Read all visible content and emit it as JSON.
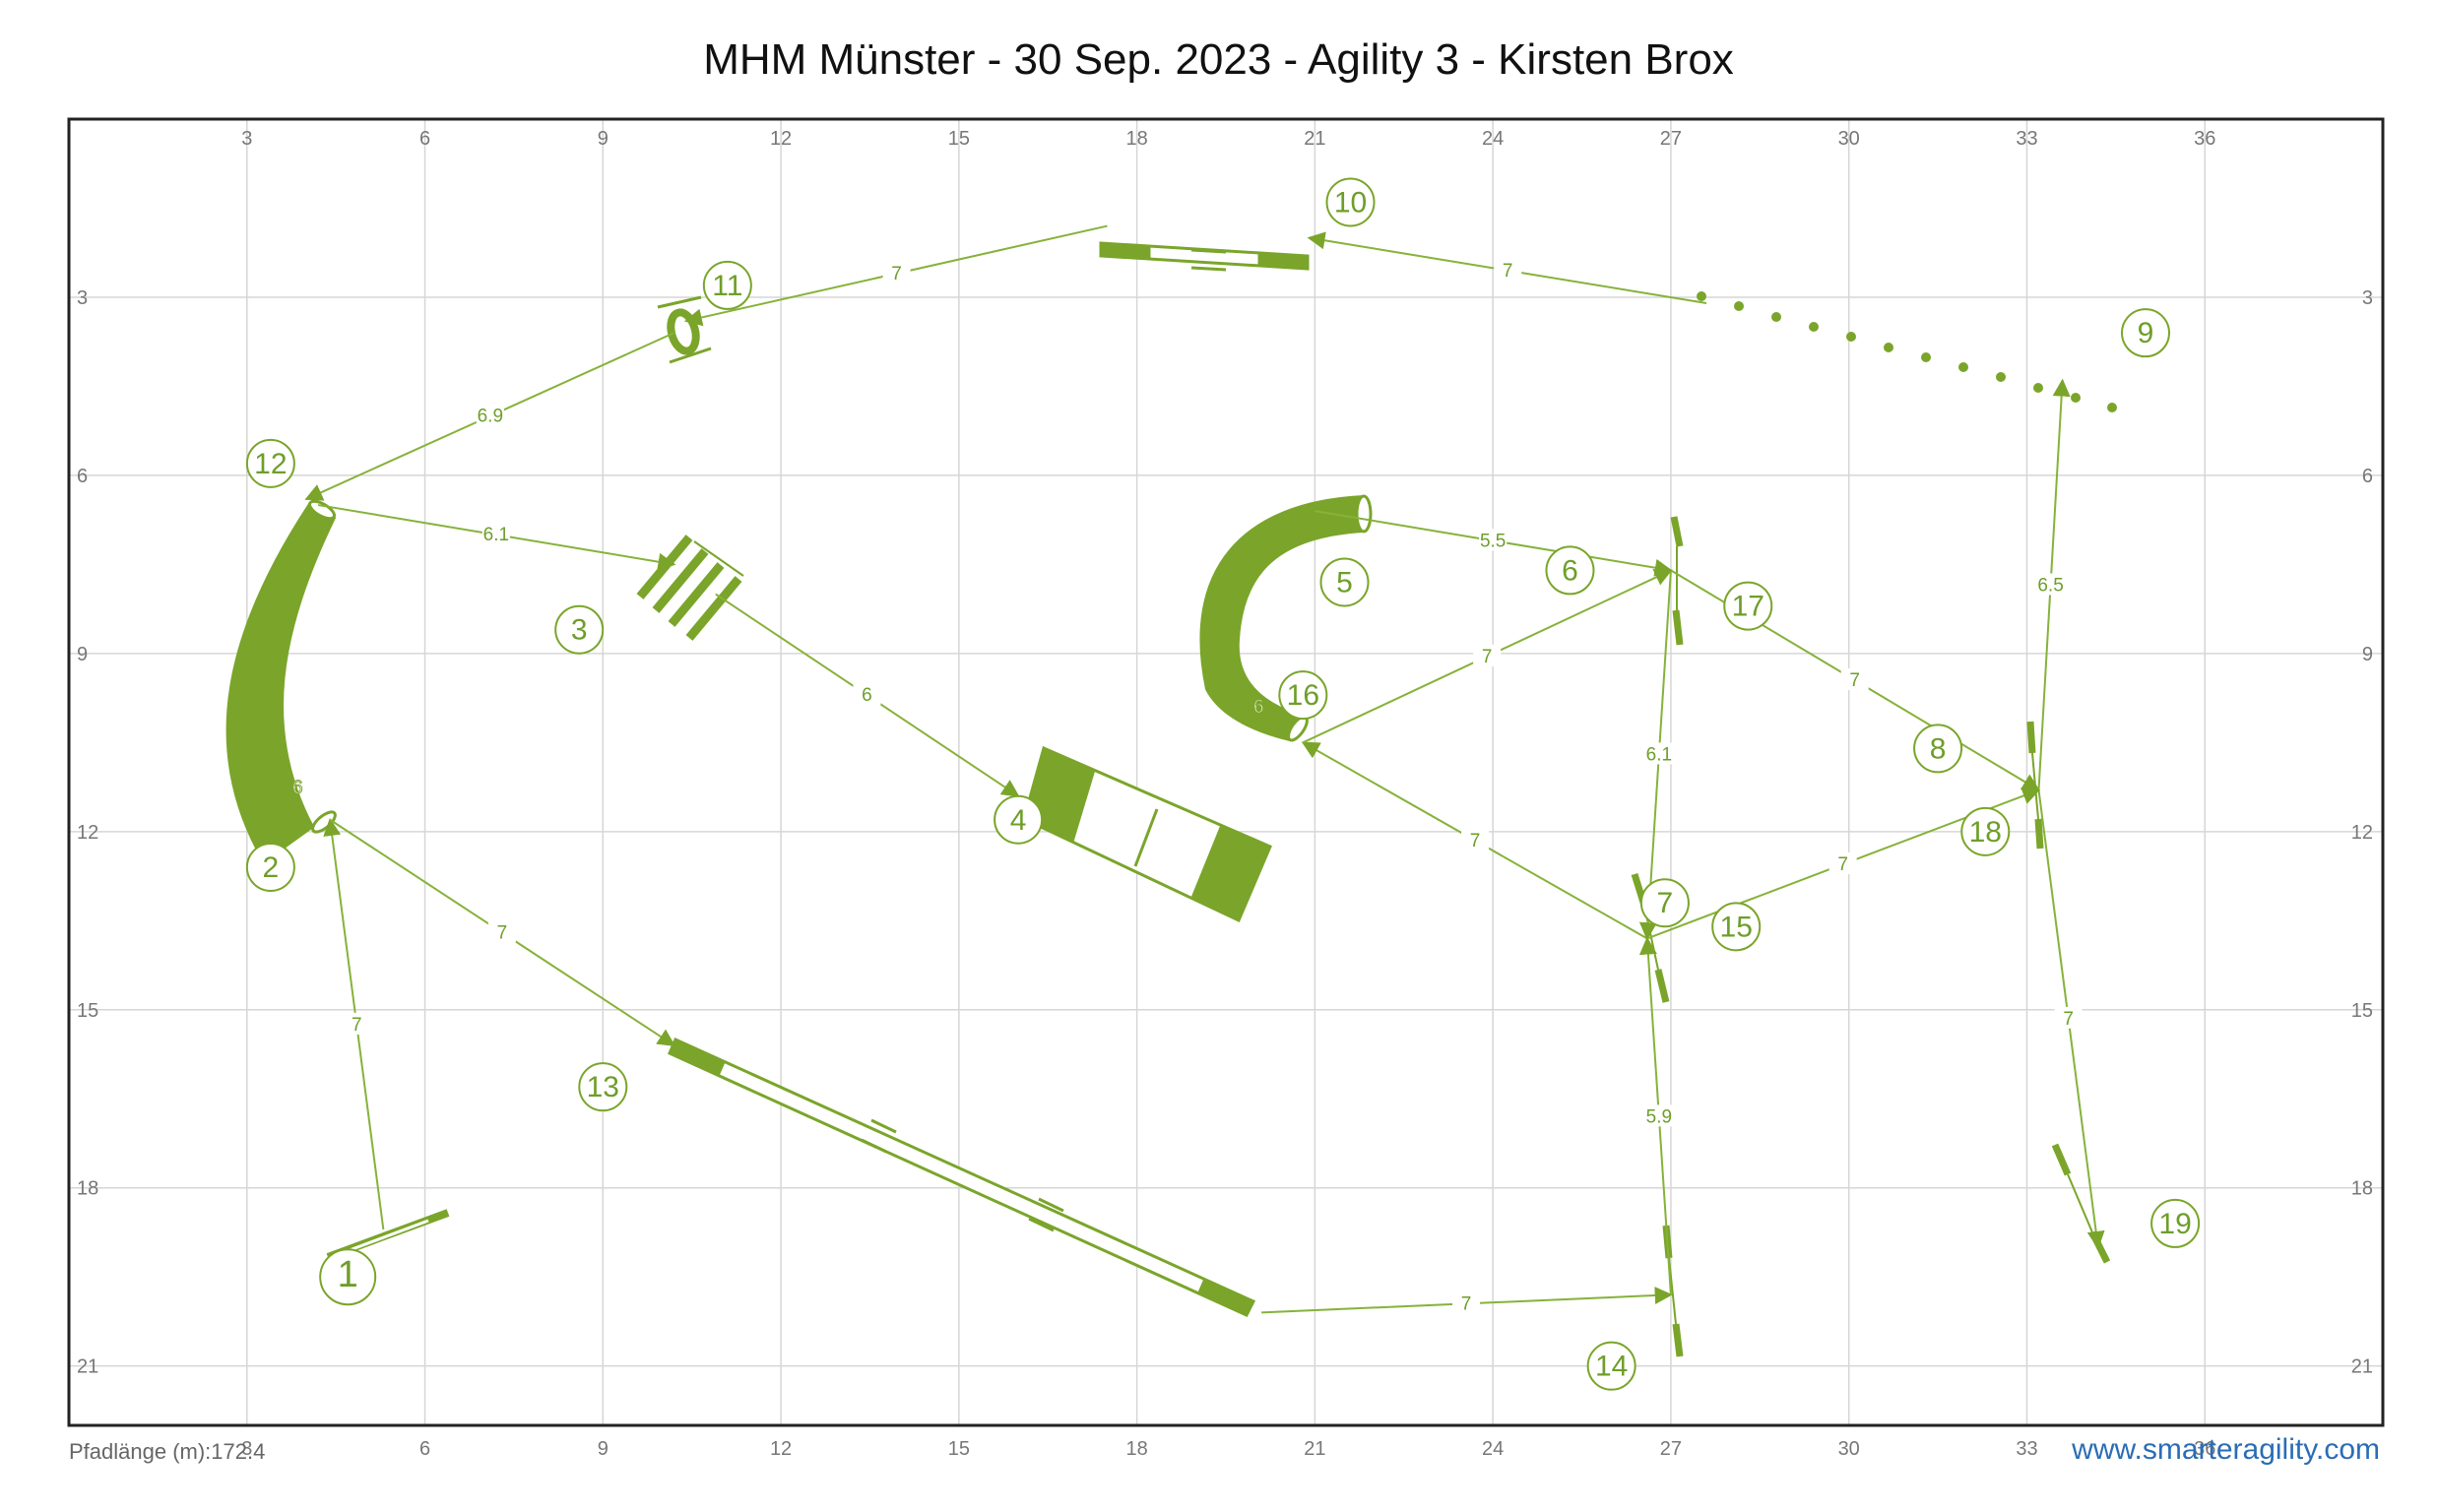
{
  "title": "MHM Münster - 30 Sep. 2023 - Agility 3 - Kirsten Brox",
  "footer": {
    "path_length": "Pfadlänge (m):172.4",
    "website": "www.smarteragility.com"
  },
  "colors": {
    "obstacle": "#7aa52a",
    "path": "#86b23a",
    "grid": "#d6d6d6",
    "border": "#222222",
    "link": "#2a6db5"
  },
  "chart_data": {
    "type": "course-map",
    "units": "m",
    "x_ticks": [
      3,
      6,
      9,
      12,
      15,
      18,
      21,
      24,
      27,
      30,
      33,
      36
    ],
    "y_ticks": [
      3,
      6,
      9,
      12,
      15,
      18,
      21
    ],
    "xlim": [
      0,
      39
    ],
    "ylim": [
      0,
      22
    ],
    "path": [
      {
        "x": 5.3,
        "y": 18.7
      },
      {
        "x": 4.4,
        "y": 11.8
      },
      {
        "x": 10.2,
        "y": 15.6
      },
      {
        "x": 20.1,
        "y": 20.1
      },
      {
        "x": 27.0,
        "y": 19.8
      },
      {
        "x": 26.6,
        "y": 13.8
      },
      {
        "x": 20.8,
        "y": 10.5
      },
      {
        "x": 27.0,
        "y": 7.6
      },
      {
        "x": 33.2,
        "y": 11.3
      },
      {
        "x": 33.6,
        "y": 4.4
      },
      {
        "x": 34.2,
        "y": 19.0
      }
    ],
    "segments": [
      {
        "from": [
          5.3,
          18.7
        ],
        "to": [
          4.4,
          11.8
        ],
        "label": "7"
      },
      {
        "from": [
          4.4,
          11.8
        ],
        "to": [
          10.2,
          15.6
        ],
        "label": "7"
      },
      {
        "from": [
          20.1,
          20.1
        ],
        "to": [
          27.0,
          19.8
        ],
        "label": "7"
      },
      {
        "from": [
          27.0,
          19.8
        ],
        "to": [
          26.6,
          13.8
        ],
        "label": "5.9"
      },
      {
        "from": [
          26.6,
          13.8
        ],
        "to": [
          20.8,
          10.5
        ],
        "label": "7"
      },
      {
        "from": [
          20.8,
          10.5
        ],
        "to": [
          27.0,
          7.6
        ],
        "label": "7"
      },
      {
        "from": [
          27.0,
          7.6
        ],
        "to": [
          33.2,
          11.3
        ],
        "label": "7"
      },
      {
        "from": [
          33.2,
          11.3
        ],
        "to": [
          33.6,
          4.4
        ],
        "label": "6.5"
      },
      {
        "from": [
          33.2,
          11.3
        ],
        "to": [
          34.2,
          19.0
        ],
        "label": "7"
      },
      {
        "from": [
          26.6,
          13.8
        ],
        "to": [
          33.2,
          11.3
        ],
        "label": "7"
      },
      {
        "from": [
          27.0,
          7.6
        ],
        "to": [
          26.6,
          13.8
        ],
        "label": "6.1"
      },
      {
        "from": [
          21.0,
          6.6
        ],
        "to": [
          27.0,
          7.6
        ],
        "label": "5.5"
      },
      {
        "from": [
          27.6,
          3.1
        ],
        "to": [
          20.9,
          2.0
        ],
        "label": "7"
      },
      {
        "from": [
          17.5,
          1.8
        ],
        "to": [
          10.4,
          3.4
        ],
        "label": "7"
      },
      {
        "from": [
          10.2,
          3.6
        ],
        "to": [
          4.0,
          6.4
        ],
        "label": "6.9"
      },
      {
        "from": [
          4.2,
          6.5
        ],
        "to": [
          10.2,
          7.5
        ],
        "label": "6.1"
      },
      {
        "from": [
          10.9,
          8.0
        ],
        "to": [
          16.0,
          11.4
        ],
        "label": "6"
      }
    ],
    "numbers": [
      {
        "label": "1",
        "x": 4.7,
        "y": 19.5
      },
      {
        "label": "2",
        "x": 3.4,
        "y": 12.6
      },
      {
        "label": "3",
        "x": 8.6,
        "y": 8.6
      },
      {
        "label": "4",
        "x": 16.0,
        "y": 11.8
      },
      {
        "label": "5",
        "x": 21.5,
        "y": 7.8
      },
      {
        "label": "6",
        "x": 25.3,
        "y": 7.6
      },
      {
        "label": "7",
        "x": 26.9,
        "y": 13.2
      },
      {
        "label": "8",
        "x": 31.5,
        "y": 10.6
      },
      {
        "label": "9",
        "x": 35.0,
        "y": 3.6
      },
      {
        "label": "10",
        "x": 21.6,
        "y": 1.4
      },
      {
        "label": "11",
        "x": 11.1,
        "y": 2.8
      },
      {
        "label": "12",
        "x": 3.4,
        "y": 5.8
      },
      {
        "label": "13",
        "x": 9.0,
        "y": 16.3
      },
      {
        "label": "14",
        "x": 26.0,
        "y": 21.0
      },
      {
        "label": "15",
        "x": 28.1,
        "y": 13.6
      },
      {
        "label": "16",
        "x": 20.8,
        "y": 9.7
      },
      {
        "label": "17",
        "x": 28.3,
        "y": 8.2
      },
      {
        "label": "18",
        "x": 32.3,
        "y": 12.0
      },
      {
        "label": "19",
        "x": 35.5,
        "y": 18.6
      }
    ]
  }
}
